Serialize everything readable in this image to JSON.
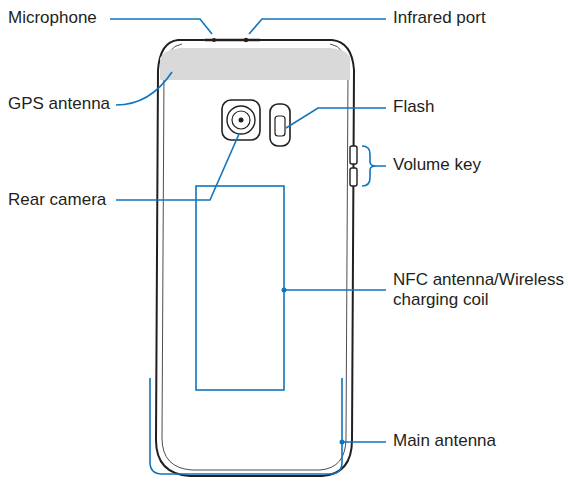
{
  "diagram": {
    "labels": [
      "Microphone",
      "Infrared port",
      "GPS antenna",
      "Flash",
      "Volume key",
      "Rear camera",
      "NFC antenna/Wireless charging coil",
      "Main antenna"
    ]
  }
}
